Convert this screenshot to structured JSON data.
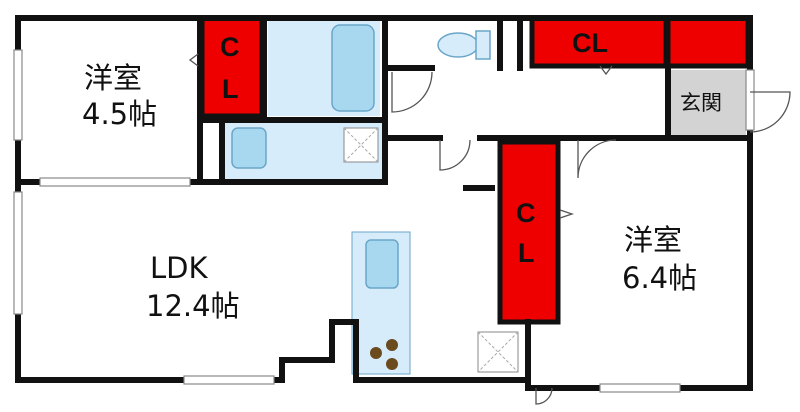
{
  "colors": {
    "wall": "#111111",
    "closet": "#ee0000",
    "wet": "#d6ecfb",
    "fixture": "#a8d8f0",
    "entry": "#d3d3d3",
    "stove": "#6b4a1e"
  },
  "rooms": {
    "western_small": {
      "name": "洋室",
      "size": "4.5帖"
    },
    "western_large": {
      "name": "洋室",
      "size": "6.4帖"
    },
    "ldk": {
      "name": "LDK",
      "size": "12.4帖"
    }
  },
  "closets": {
    "label_c": "C",
    "label_l": "L",
    "label_cl": "CL"
  },
  "entrance": {
    "name": "玄関"
  }
}
